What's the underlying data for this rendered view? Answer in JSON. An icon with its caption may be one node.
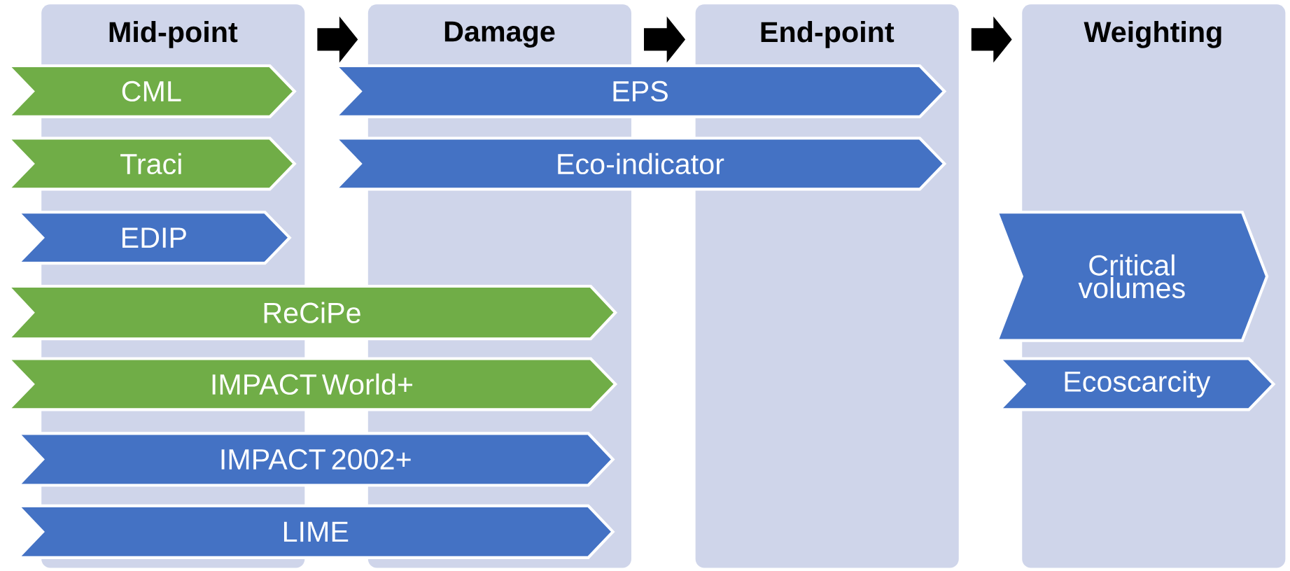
{
  "diagram": {
    "nodes": [
      {
        "text": [
          "Mid-point"
        ]
      },
      {
        "text": [
          "Damage"
        ]
      },
      {
        "text": [
          "End-point"
        ]
      },
      {
        "text": [
          "Weighting"
        ]
      },
      {
        "text": [
          "CML"
        ]
      },
      {
        "text": [
          "Traci"
        ]
      },
      {
        "text": [
          "EDIP"
        ]
      },
      {
        "text": [
          "ReCiPe"
        ]
      },
      {
        "text": [
          "IMPACT World+"
        ]
      },
      {
        "text": [
          "IMPACT 2002+"
        ]
      },
      {
        "text": [
          "LIME"
        ]
      },
      {
        "text": [
          "EPS"
        ]
      },
      {
        "text": [
          "Eco-indicator"
        ]
      },
      {
        "text": [
          "Critical volumes"
        ]
      },
      {
        "text": [
          "Ecoscarcity"
        ]
      }
    ],
    "edges": [
      {
        "from": 0,
        "to": 1,
        "arrow": "to"
      },
      {
        "from": 1,
        "to": 2,
        "arrow": "to"
      },
      {
        "from": 2,
        "to": 3,
        "arrow": "to"
      }
    ]
  }
}
